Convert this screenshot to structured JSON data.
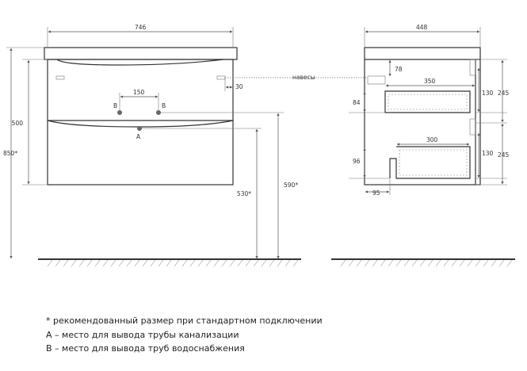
{
  "dimensions": {
    "front_width": "746",
    "cabinet_height": "500",
    "total_height": "850*",
    "drain_height": "530*",
    "supply_height": "590*",
    "pipe_spacing": "150",
    "hanger_offset": "30",
    "side_depth": "448",
    "hanger_depth": "350",
    "hanger_height": "78",
    "drawer_upper_depth": "84",
    "drawer_lower_depth": "96",
    "drawer_inner_depth": "300",
    "drawer_height_1": "130",
    "drawer_height_2": "130",
    "drawer_pitch_1": "245",
    "drawer_pitch_2": "245",
    "drawer_gap": "95"
  },
  "labels": {
    "hangers": "навесы",
    "point_a": "A",
    "point_b_left": "B",
    "point_b_right": "B"
  },
  "notes": [
    "* рекомендованный размер при стандартном подключении",
    "A – место для вывода трубы канализации",
    "B – место для вывода труб водоснабжения"
  ]
}
